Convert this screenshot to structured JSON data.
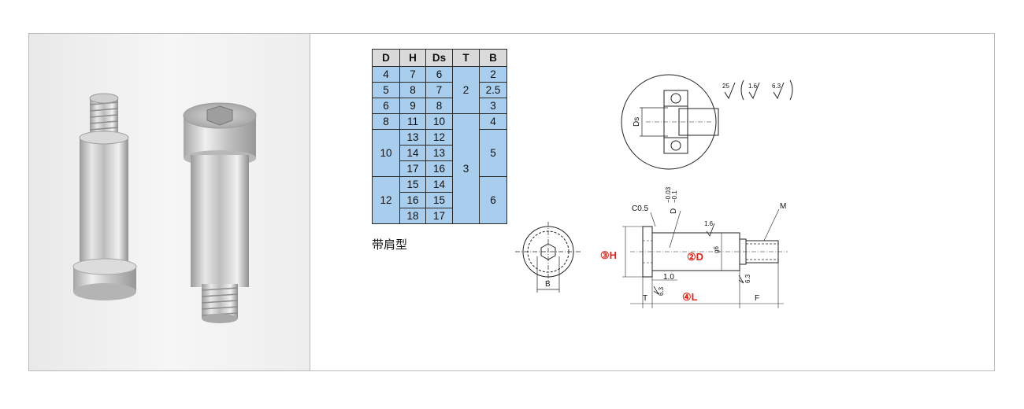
{
  "spec_table": {
    "headers": [
      "D",
      "H",
      "Ds",
      "T",
      "B"
    ],
    "rows": [
      [
        "4",
        "7",
        "6",
        "",
        "2"
      ],
      [
        "5",
        "8",
        "7",
        "2",
        "2.5"
      ],
      [
        "6",
        "9",
        "8",
        "",
        "3"
      ],
      [
        "8",
        "11",
        "10",
        "",
        "4"
      ],
      [
        "",
        "13",
        "12",
        "",
        ""
      ],
      [
        "10",
        "14",
        "13",
        "",
        "5"
      ],
      [
        "",
        "17",
        "16",
        "3",
        ""
      ],
      [
        "",
        "15",
        "14",
        "",
        ""
      ],
      [
        "12",
        "16",
        "15",
        "",
        "6"
      ],
      [
        "",
        "18",
        "17",
        "",
        ""
      ]
    ]
  },
  "type_label": "带肩型",
  "drawing": {
    "ds_label": "Ds",
    "roughness": [
      "25",
      "1.6",
      "6.3"
    ],
    "chamfer": "C0.5",
    "tol_upper": "−0.03",
    "tol_lower": "−0.1",
    "tol_prefix": "D",
    "finish_shaft": "1.6",
    "thread_label": "M",
    "fit": "g6",
    "step": "1.0",
    "finish_head": "6.3",
    "finish_end": "6.3",
    "t_label": "T",
    "f_label": "F",
    "b_label": "B",
    "callout_h": "③H",
    "callout_d": "②D",
    "callout_l": "④L"
  },
  "colors": {
    "table_header": "#dadada",
    "table_cell": "#a9cdec",
    "callout_red": "#e0231b"
  }
}
